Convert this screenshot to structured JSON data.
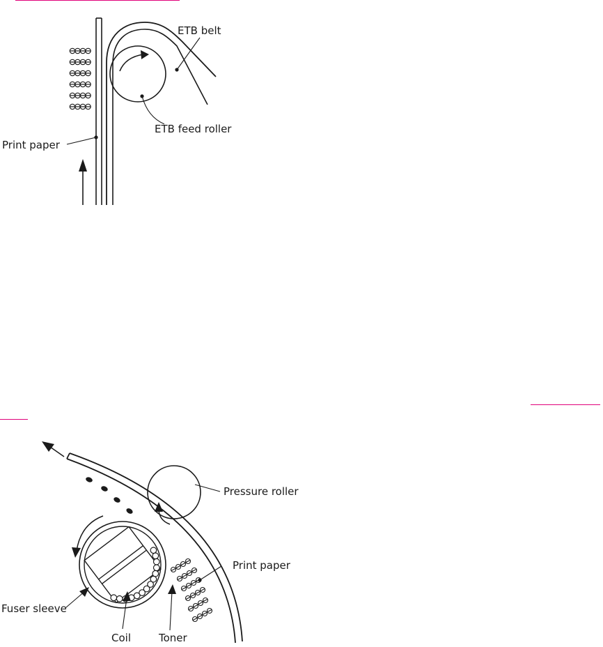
{
  "figure_etb": {
    "labels": {
      "belt": "ETB belt",
      "feed_roller": "ETB feed roller",
      "paper": "Print paper"
    }
  },
  "figure_fuser": {
    "labels": {
      "pressure_roller": "Pressure roller",
      "paper": "Print paper",
      "sleeve": "Fuser sleeve",
      "coil": "Coil",
      "toner": "Toner"
    }
  },
  "colors": {
    "link": "#e0007a",
    "ink": "#1a1a1a"
  }
}
